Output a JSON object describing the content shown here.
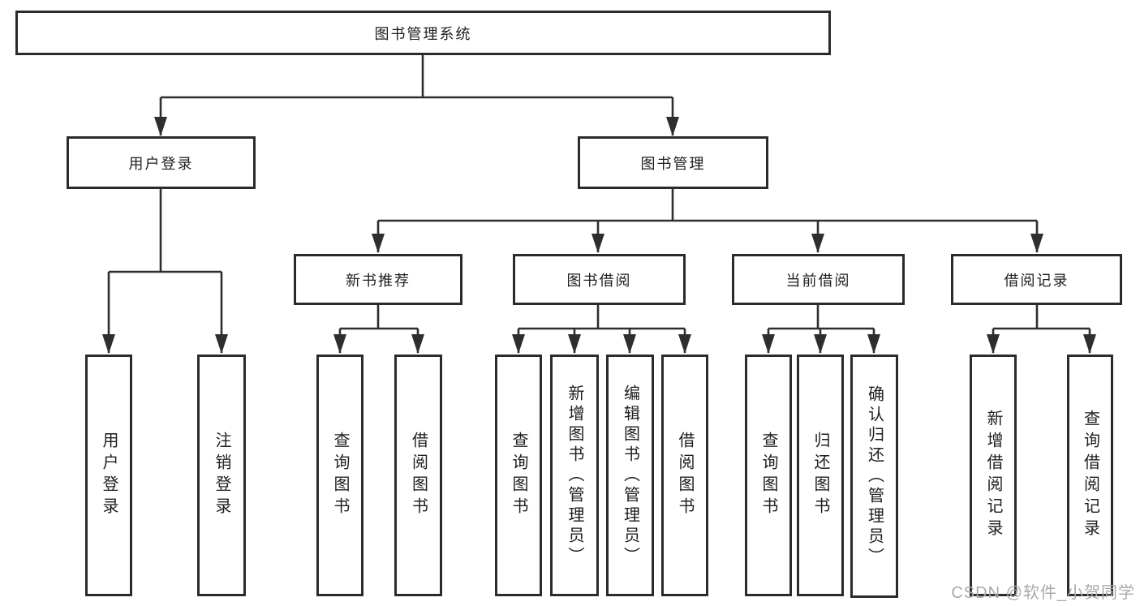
{
  "diagram": {
    "root": "图书管理系统",
    "level2": {
      "user_login": "用户登录",
      "book_mgmt": "图书管理"
    },
    "level3": {
      "new_books": "新书推荐",
      "book_borrow": "图书借阅",
      "current_borrow": "当前借阅",
      "borrow_records": "借阅记录"
    },
    "leaves": {
      "user_login": "用户登录",
      "logout": "注销登录",
      "nb_query_books": "查询图书",
      "nb_borrow_books": "借阅图书",
      "bb_query_books": "查询图书",
      "bb_add_books_admin": "新增图书（管理员）",
      "bb_edit_books_admin": "编辑图书（管理员）",
      "bb_borrow_books": "借阅图书",
      "cb_query_books": "查询图书",
      "cb_return_books": "归还图书",
      "cb_confirm_return_admin": "确认归还（管理员）",
      "br_add_record": "新增借阅记录",
      "br_query_record": "查询借阅记录"
    }
  },
  "watermark": "CSDN @软件_小贺同学",
  "colors": {
    "line": "#2e2e2e",
    "border": "#2b2b2b",
    "text": "#1e1e1e",
    "watermark": "#a9a9a9",
    "background": "#ffffff"
  }
}
